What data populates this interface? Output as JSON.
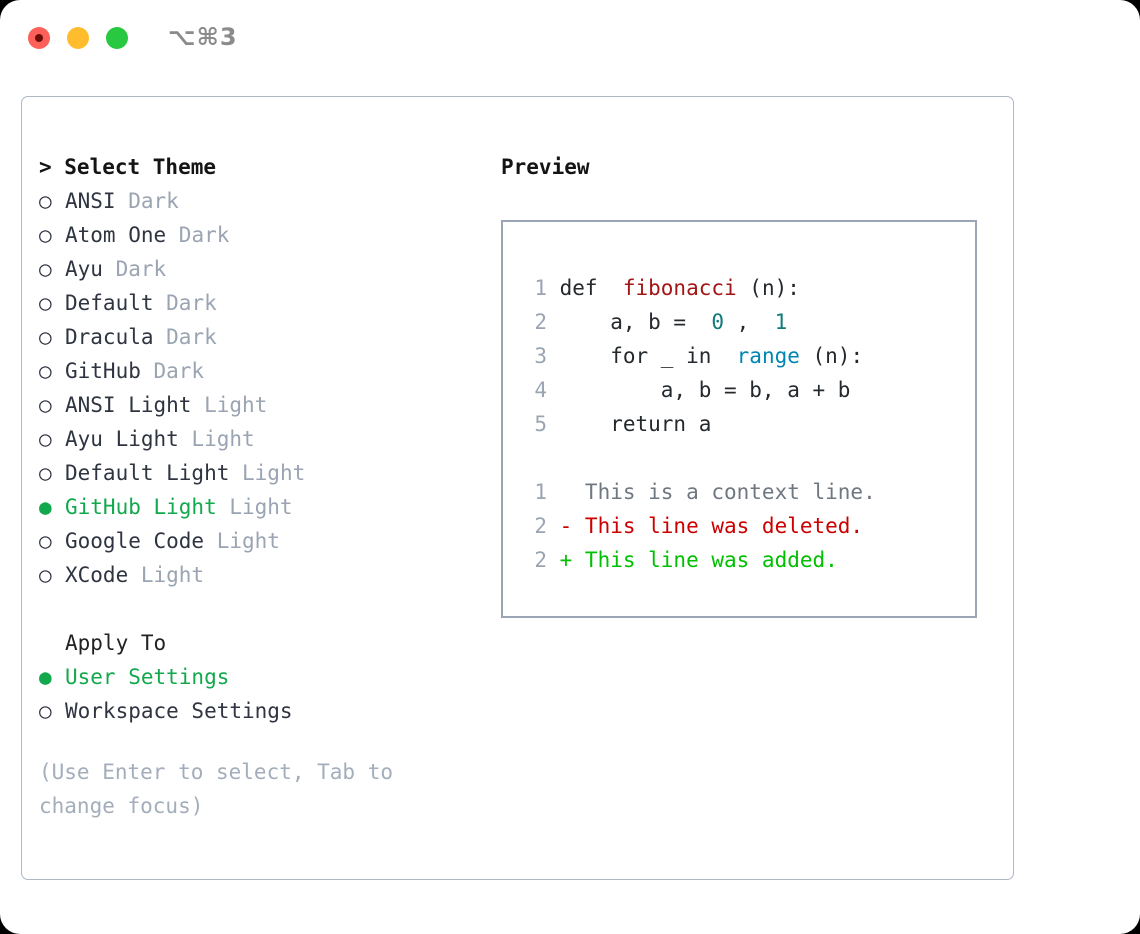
{
  "window": {
    "shortcut": "⌥⌘3",
    "traffic_lights": [
      {
        "name": "close",
        "color": "#fc6058"
      },
      {
        "name": "minimize",
        "color": "#ffbd2e"
      },
      {
        "name": "maximize",
        "color": "#28c840"
      }
    ]
  },
  "colors": {
    "selected_green": "#12a84c",
    "tag_gray": "#9aa4b2",
    "hint_gray": "#a3adbb",
    "panel_border": "#aeb7c4",
    "preview_border": "#9ba5b4",
    "diff_add": "#00c000",
    "diff_del": "#cc0000",
    "code_function": "#a31515",
    "code_number": "#0f7b7b",
    "code_call": "#0086b3"
  },
  "theme_selector": {
    "header": "> Select Theme",
    "markers": {
      "selected": "●",
      "unselected": "○"
    },
    "items": [
      {
        "label": "ANSI",
        "tag": "Dark",
        "selected": false
      },
      {
        "label": "Atom One",
        "tag": "Dark",
        "selected": false
      },
      {
        "label": "Ayu",
        "tag": "Dark",
        "selected": false
      },
      {
        "label": "Default",
        "tag": "Dark",
        "selected": false
      },
      {
        "label": "Dracula",
        "tag": "Dark",
        "selected": false
      },
      {
        "label": "GitHub",
        "tag": "Dark",
        "selected": false
      },
      {
        "label": "ANSI Light",
        "tag": "Light",
        "selected": false
      },
      {
        "label": "Ayu Light",
        "tag": "Light",
        "selected": false
      },
      {
        "label": "Default Light",
        "tag": "Light",
        "selected": false
      },
      {
        "label": "GitHub Light",
        "tag": "Light",
        "selected": true
      },
      {
        "label": "Google Code",
        "tag": "Light",
        "selected": false
      },
      {
        "label": "XCode",
        "tag": "Light",
        "selected": false
      }
    ]
  },
  "apply_to": {
    "header": "Apply To",
    "items": [
      {
        "label": "User Settings",
        "selected": true
      },
      {
        "label": "Workspace Settings",
        "selected": false
      }
    ]
  },
  "hint": "(Use Enter to select, Tab to change focus)",
  "preview": {
    "header": "Preview",
    "code_lines": [
      {
        "number": "1",
        "tokens": [
          {
            "text": "def ",
            "kind": "plain"
          },
          {
            "text": "fibonacci",
            "kind": "func"
          },
          {
            "text": "(n):",
            "kind": "plain"
          }
        ]
      },
      {
        "number": "2",
        "tokens": [
          {
            "text": "    a, b = ",
            "kind": "plain"
          },
          {
            "text": "0",
            "kind": "num"
          },
          {
            "text": ", ",
            "kind": "plain"
          },
          {
            "text": "1",
            "kind": "num"
          }
        ]
      },
      {
        "number": "3",
        "tokens": [
          {
            "text": "    for _ in ",
            "kind": "plain"
          },
          {
            "text": "range",
            "kind": "call"
          },
          {
            "text": "(n):",
            "kind": "plain"
          }
        ]
      },
      {
        "number": "4",
        "tokens": [
          {
            "text": "        a, b = b, a + b",
            "kind": "plain"
          }
        ]
      },
      {
        "number": "5",
        "tokens": [
          {
            "text": "    return a",
            "kind": "plain"
          }
        ]
      }
    ],
    "diff_lines": [
      {
        "number": "1",
        "text": "   This is a context line.",
        "kind": "ctx"
      },
      {
        "number": "2",
        "text": " - This line was deleted.",
        "kind": "del"
      },
      {
        "number": "2",
        "text": " + This line was added.",
        "kind": "add"
      }
    ]
  }
}
